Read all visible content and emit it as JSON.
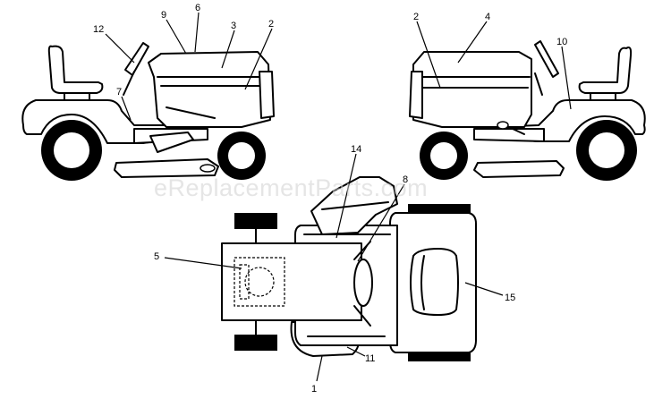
{
  "watermark": "eReplacementParts.com",
  "callouts": [
    {
      "id": "c12",
      "label": "12"
    },
    {
      "id": "c9",
      "label": "9"
    },
    {
      "id": "c6",
      "label": "6"
    },
    {
      "id": "c3",
      "label": "3"
    },
    {
      "id": "c2a",
      "label": "2"
    },
    {
      "id": "c7",
      "label": "7"
    },
    {
      "id": "c2b",
      "label": "2"
    },
    {
      "id": "c4",
      "label": "4"
    },
    {
      "id": "c10",
      "label": "10"
    },
    {
      "id": "c14",
      "label": "14"
    },
    {
      "id": "c8",
      "label": "8"
    },
    {
      "id": "c5",
      "label": "5"
    },
    {
      "id": "c15",
      "label": "15"
    },
    {
      "id": "c11",
      "label": "11"
    },
    {
      "id": "c1",
      "label": "1"
    }
  ]
}
